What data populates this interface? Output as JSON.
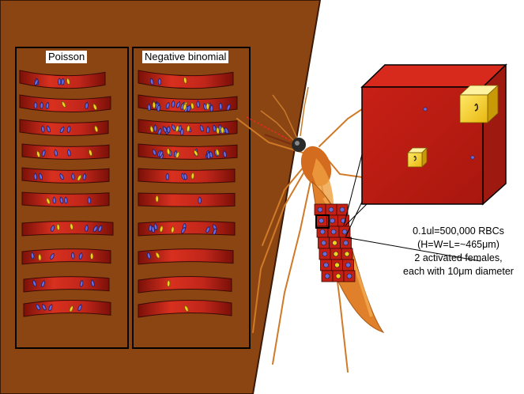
{
  "panels": {
    "left": {
      "title": "Poisson"
    },
    "right": {
      "title": "Negative binomial"
    }
  },
  "caption": {
    "line1": "0.1ul=500,000 RBCs",
    "line2": "(H=W=L=~465μm)",
    "line3": "2 activated females,",
    "line4": "each with 10μm diameter"
  },
  "colors": {
    "skin": "#8b4513",
    "skin_outline": "#5a2a08",
    "vessel": "#c0261a",
    "vessel_light": "#e2452f",
    "parasite_blue": "#6a6ad8",
    "gametocyte_yellow": "#f2d21e",
    "cube_red": "#c41f14",
    "mosquito_orange": "#e0802a"
  }
}
